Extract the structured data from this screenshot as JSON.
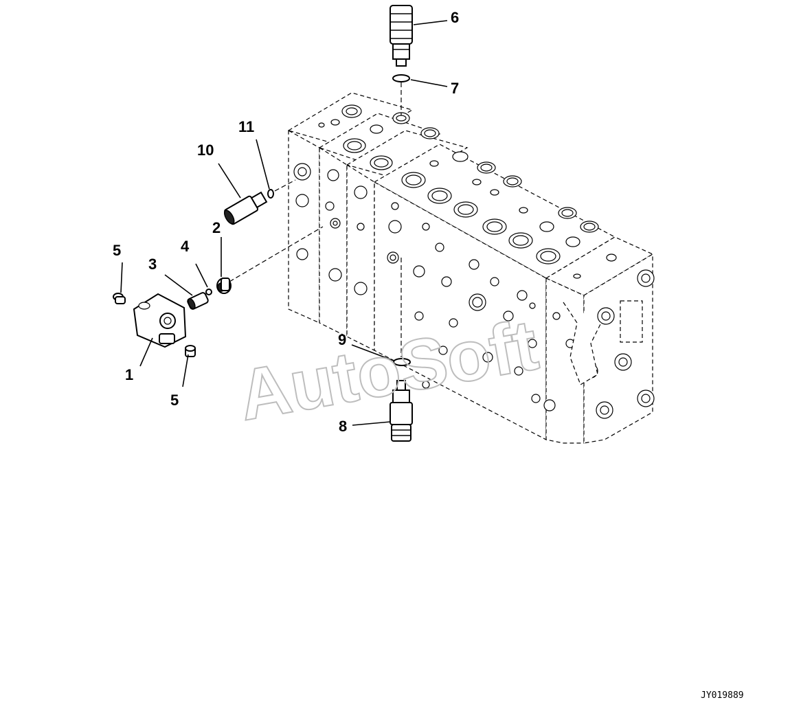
{
  "callouts": [
    {
      "id": "1",
      "label": "1"
    },
    {
      "id": "2",
      "label": "2"
    },
    {
      "id": "3",
      "label": "3"
    },
    {
      "id": "4",
      "label": "4"
    },
    {
      "id": "5a",
      "label": "5"
    },
    {
      "id": "5b",
      "label": "5"
    },
    {
      "id": "6",
      "label": "6"
    },
    {
      "id": "7",
      "label": "7"
    },
    {
      "id": "8",
      "label": "8"
    },
    {
      "id": "9",
      "label": "9"
    },
    {
      "id": "10",
      "label": "10"
    },
    {
      "id": "11",
      "label": "11"
    }
  ],
  "watermark": "AutoSoft",
  "drawing_code": "JY019889"
}
